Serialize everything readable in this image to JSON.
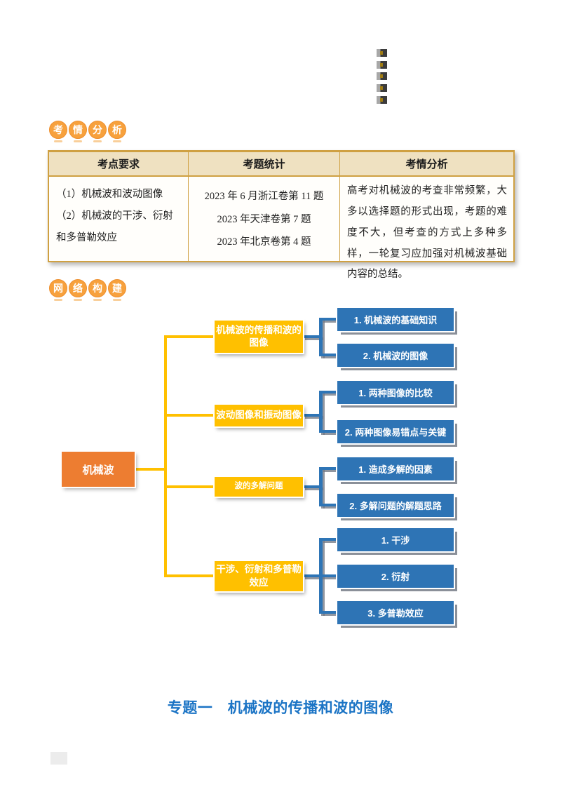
{
  "colors": {
    "root_orange": "#ED7D31",
    "branch_yellow": "#FFC000",
    "leaf_blue": "#2E74B5",
    "table_border_gold": "#CFA042",
    "table_header_tan": "#EFE1C1",
    "badge_orange": "#F7A13D",
    "heading_blue": "#1B74C5"
  },
  "exam_analysis": {
    "badge_chars": [
      "考",
      "情",
      "分",
      "析"
    ],
    "table": {
      "headers": [
        "考点要求",
        "考题统计",
        "考情分析"
      ],
      "requirements": [
        "（1）机械波和波动图像",
        "（2）机械波的干涉、衍射和多普勒效应"
      ],
      "statistics": [
        "2023 年 6 月浙江卷第 11 题",
        "2023 年天津卷第 7 题",
        "2023 年北京卷第 4 题"
      ],
      "analysis": "高考对机械波的考查非常频繁，大多以选择题的形式出现，考题的难度不大，但考查的方式上多种多样，一轮复习应加强对机械波基础内容的总结。"
    }
  },
  "network": {
    "badge_chars": [
      "网",
      "络",
      "构",
      "建"
    ],
    "mindmap": {
      "root": "机械波",
      "branches": [
        {
          "label": "机械波的传播和波的图像",
          "children": [
            "1. 机械波的基础知识",
            "2. 机械波的图像"
          ]
        },
        {
          "label": "波动图像和振动图像",
          "children": [
            "1. 两种图像的比较",
            "2. 两种图像易错点与关键"
          ]
        },
        {
          "label": "波的多解问题",
          "children": [
            "1. 造成多解的因素",
            "2. 多解问题的解题思路"
          ]
        },
        {
          "label": "干涉、衍射和多普勒效应",
          "children": [
            "1. 干涉",
            "2. 衍射",
            "3. 多普勒效应"
          ]
        }
      ]
    }
  },
  "footer": {
    "heading": "专题一　机械波的传播和波的图像"
  }
}
